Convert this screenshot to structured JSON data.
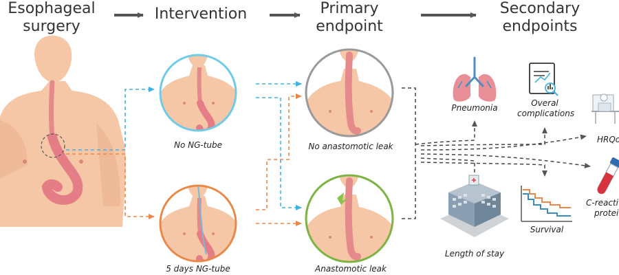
{
  "colors": {
    "arrow_gray": "#555555",
    "blue": "#3fb3e0",
    "orange": "#e8894a",
    "gray_ring": "#9a9a9a",
    "green_ring": "#7cb342",
    "skin": "#f5c7a6",
    "skin_dark": "#e9aa85",
    "esophagus": "#e58a8a",
    "stomach": "#e57d86",
    "lung": "#e98f98"
  },
  "headers": {
    "surgery": [
      "Esophageal",
      "surgery"
    ],
    "intervention": [
      "Intervention"
    ],
    "primary": [
      "Primary",
      "endpoint"
    ],
    "secondary": [
      "Secondary",
      "endpoints"
    ]
  },
  "labels": {
    "no_ng_tube": "No NG-tube",
    "ng_tube": "5 days NG-tube",
    "no_leak": "No anastomotic leak",
    "leak": "Anastomotic leak",
    "pneumonia": "Pneumonia",
    "complications": [
      "Overal",
      "complications"
    ],
    "hrqol": "HRQoL",
    "length_of_stay": "Length of stay",
    "survival": "Survival",
    "crp": [
      "C-reactive",
      "protein"
    ]
  },
  "icons": [
    "lungs-icon",
    "report-icon",
    "questionnaire-icon",
    "hospital-icon",
    "survival-curve-icon",
    "blood-tube-icon"
  ]
}
